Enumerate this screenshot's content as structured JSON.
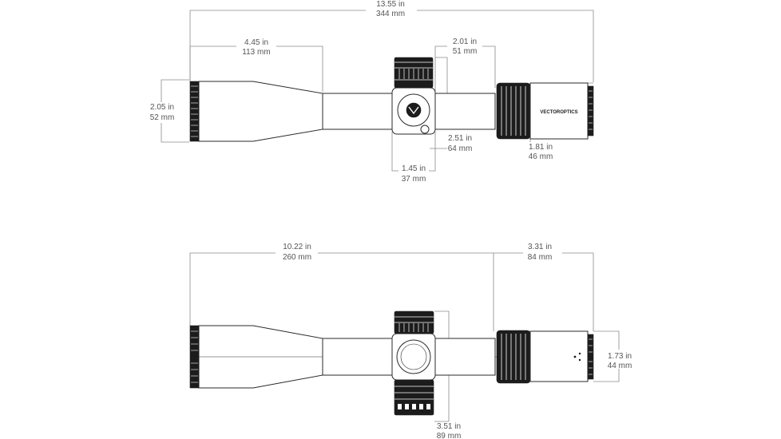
{
  "brand": "VECTOROPTICS",
  "top_view": {
    "overall_length": {
      "in": "13.55 in",
      "mm": "344 mm"
    },
    "objective_length": {
      "in": "4.45 in",
      "mm": "113 mm"
    },
    "objective_diameter": {
      "in": "2.05 in",
      "mm": "52 mm"
    },
    "eyepiece_bell_length": {
      "in": "2.01 in",
      "mm": "51 mm"
    },
    "turret_height": {
      "in": "2.51 in",
      "mm": "64 mm"
    },
    "saddle_width": {
      "in": "1.45 in",
      "mm": "37 mm"
    },
    "eyepiece_diameter": {
      "in": "1.81 in",
      "mm": "46 mm"
    }
  },
  "side_view": {
    "front_to_saddle": {
      "in": "10.22 in",
      "mm": "260 mm"
    },
    "saddle_to_rear": {
      "in": "3.31 in",
      "mm": "84 mm"
    },
    "ocular_diameter": {
      "in": "1.73 in",
      "mm": "44 mm"
    },
    "turret_span": {
      "in": "3.51 in",
      "mm": "89 mm"
    }
  }
}
